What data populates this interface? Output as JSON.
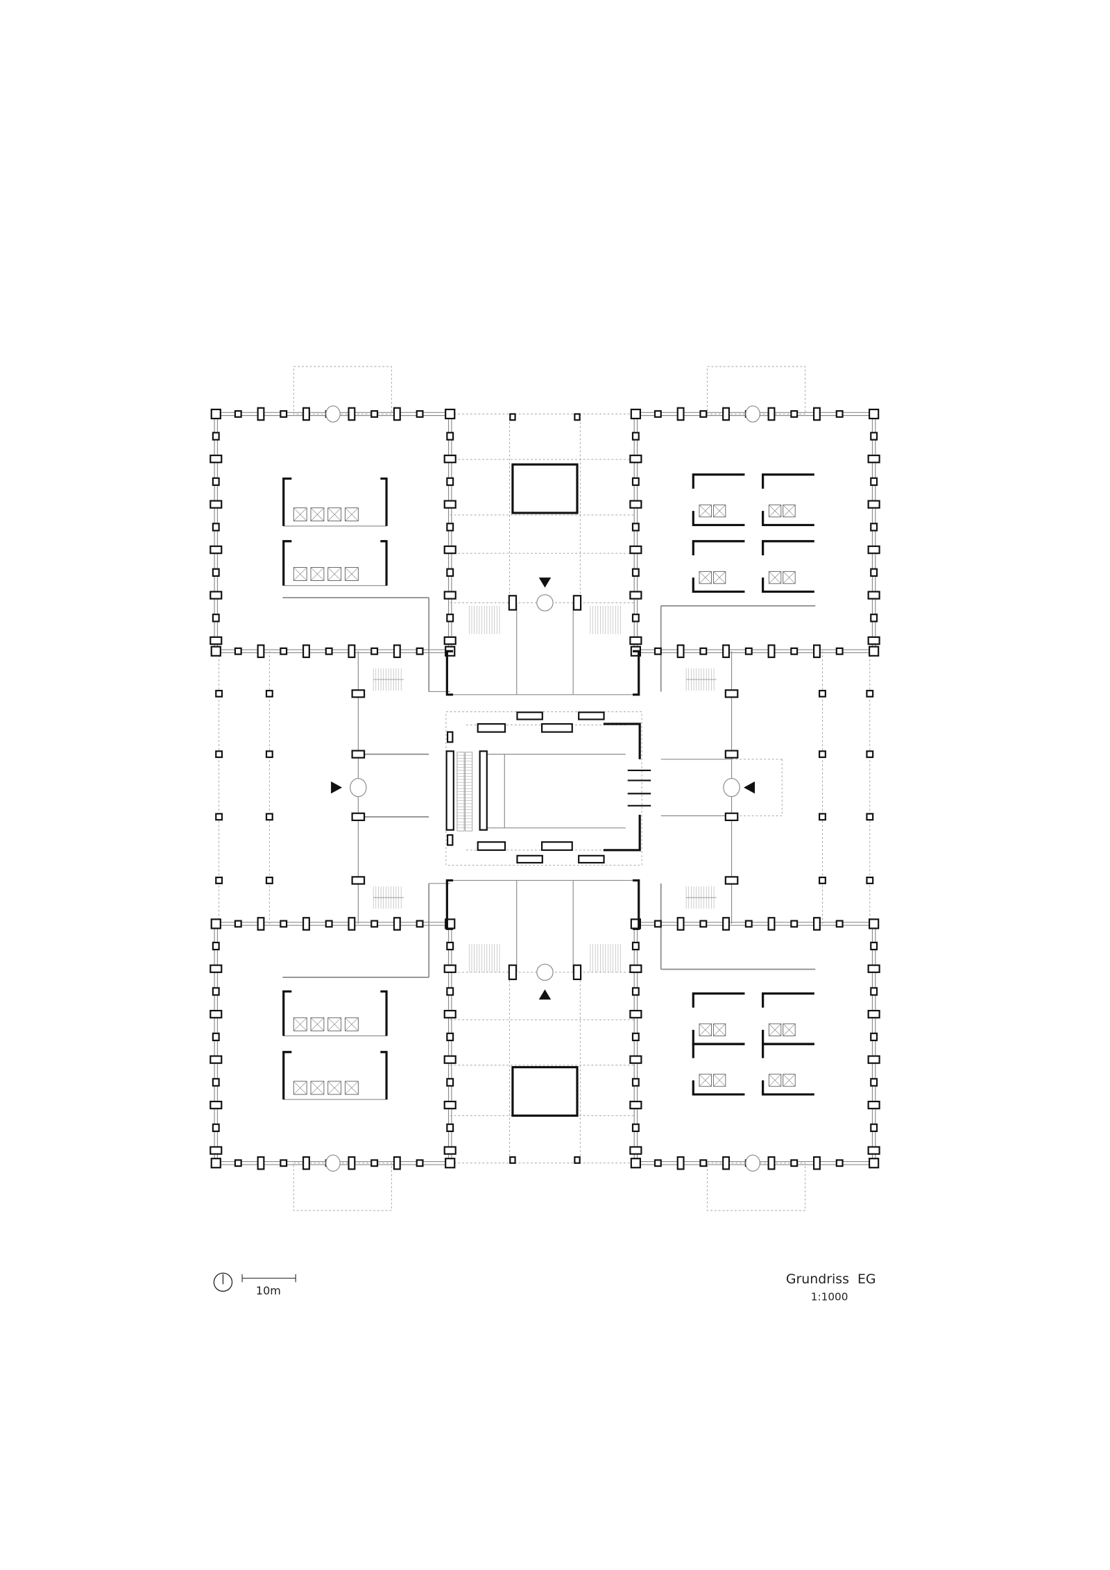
{
  "drawing": {
    "title": "Grundriss  EG",
    "scale": "1:1000",
    "scale_bar_label": "10m",
    "north_icon": "north-arrow-icon",
    "colors": {
      "wall": "#111111",
      "thin_line": "#8a8a8a",
      "dashed": "#9a9a9a",
      "background": "#ffffff"
    }
  }
}
